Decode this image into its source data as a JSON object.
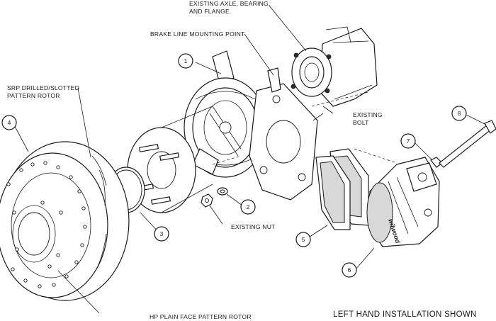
{
  "labels": {
    "axle": [
      "EXISTING AXLE, BEARING,",
      "AND FLANGE."
    ],
    "brake_line": "BRAKE LINE MOUNTING POINT",
    "srp_rotor": [
      "SRP DRILLED/SLOTTED",
      "PATTERN ROTOR"
    ],
    "existing_bolt": [
      "EXISTING",
      "BOLT"
    ],
    "existing_nut": "EXISTING NUT",
    "hp_rotor": "HP PLAIN FACE PATTERN ROTOR",
    "install_note": "LEFT HAND INSTALLATION SHOWN"
  },
  "callouts": [
    "1",
    "2",
    "3",
    "4",
    "5",
    "6",
    "7",
    "8"
  ],
  "caliper_brand": "wilwood"
}
